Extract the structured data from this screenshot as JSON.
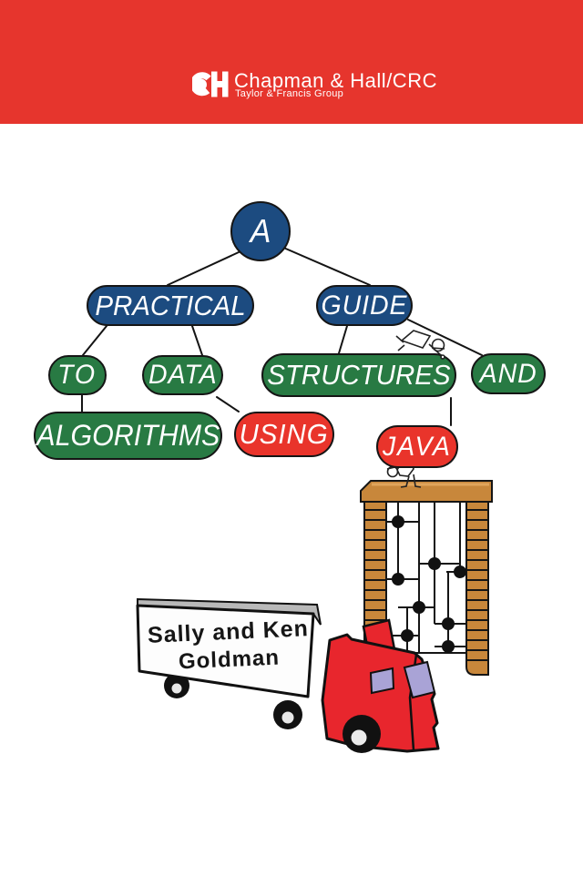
{
  "publisher_banner": {
    "logo_monogram": "CH",
    "publisher_name": "Chapman & Hall/CRC",
    "publisher_group": "Taylor & Francis Group",
    "banner_color": "#E6352D"
  },
  "title_tree": {
    "nodes": [
      {
        "word": "A",
        "color": "#1C4B80"
      },
      {
        "word": "PRACTICAL",
        "color": "#1C4B80"
      },
      {
        "word": "GUIDE",
        "color": "#1C4B80"
      },
      {
        "word": "TO",
        "color": "#287A43"
      },
      {
        "word": "DATA",
        "color": "#287A43"
      },
      {
        "word": "STRUCTURES",
        "color": "#287A43"
      },
      {
        "word": "AND",
        "color": "#287A43"
      },
      {
        "word": "ALGORITHMS",
        "color": "#287A43"
      },
      {
        "word": "USING",
        "color": "#E9342B"
      },
      {
        "word": "JAVA",
        "color": "#E9342B"
      }
    ],
    "edges": [
      [
        "A",
        "PRACTICAL"
      ],
      [
        "A",
        "GUIDE"
      ],
      [
        "PRACTICAL",
        "TO"
      ],
      [
        "PRACTICAL",
        "DATA"
      ],
      [
        "GUIDE",
        "STRUCTURES"
      ],
      [
        "GUIDE",
        "AND"
      ],
      [
        "TO",
        "ALGORITHMS"
      ],
      [
        "DATA",
        "USING"
      ],
      [
        "STRUCTURES",
        "JAVA"
      ]
    ]
  },
  "authors": {
    "line1": "Sally and Ken",
    "line2": "Goldman"
  },
  "illustration": {
    "truck": "moving-truck-icon",
    "bookcase": "mondrian-tree-bookcase-icon",
    "figures": [
      "climber-figure-icon",
      "worker-figure-icon"
    ],
    "truck_cab_color": "#E8262D",
    "bookcase_wood_color": "#C8873B",
    "window_color": "#A9A3D6"
  }
}
